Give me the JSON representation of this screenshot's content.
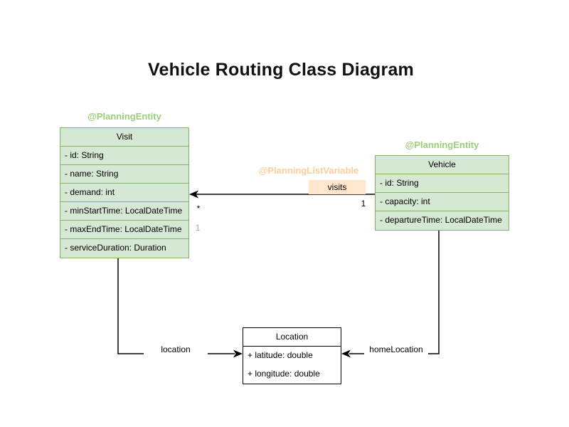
{
  "title": "Vehicle Routing Class Diagram",
  "classes": {
    "visit": {
      "annotation": "@PlanningEntity",
      "name": "Visit",
      "attributes": [
        "- id: String",
        "- name: String",
        "- demand: int",
        "- minStartTime: LocalDateTime",
        "- maxEndTime: LocalDateTime",
        "- serviceDuration: Duration"
      ]
    },
    "vehicle": {
      "annotation": "@PlanningEntity",
      "name": "Vehicle",
      "attributes": [
        "- id: String",
        "- capacity: int",
        "- departureTime: LocalDateTime"
      ]
    },
    "location": {
      "name": "Location",
      "attributes": [
        "+ latitude: double",
        "+ longitude: double"
      ]
    }
  },
  "relations": {
    "visits": {
      "annotation": "@PlanningListVariable",
      "label": "visits",
      "target_multiplicity": "*",
      "source_multiplicity": "1",
      "secondary_multiplicity": "1"
    },
    "location": {
      "label": "location"
    },
    "home_location": {
      "label": "homeLocation"
    }
  },
  "colors": {
    "class_fill_green": "#d5e8d4",
    "class_stroke_green": "#82b366",
    "annotation_green": "#97d077",
    "label_fill_orange": "#ffe6cc",
    "annotation_orange": "#ffcc99",
    "multiplicity_purple": "#ab9bc9",
    "edge_line": "#000000"
  }
}
